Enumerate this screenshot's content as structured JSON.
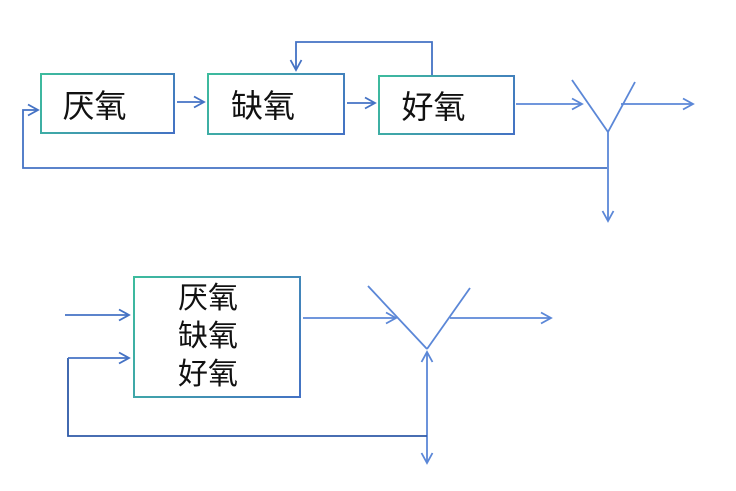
{
  "colors": {
    "background": "#ffffff",
    "line-main": "#4472c4",
    "line-light": "#5b87d7",
    "line-dark": "#2e59a8",
    "box-border-start": "#3dbc9d",
    "box-border-end": "#4472c4",
    "text": "#111111"
  },
  "top_diagram": {
    "boxes": [
      {
        "label": "厌氧"
      },
      {
        "label": "缺氧"
      },
      {
        "label": "好氧"
      }
    ]
  },
  "bottom_diagram": {
    "box_lines": [
      "厌氧",
      "缺氧",
      "好氧"
    ]
  }
}
